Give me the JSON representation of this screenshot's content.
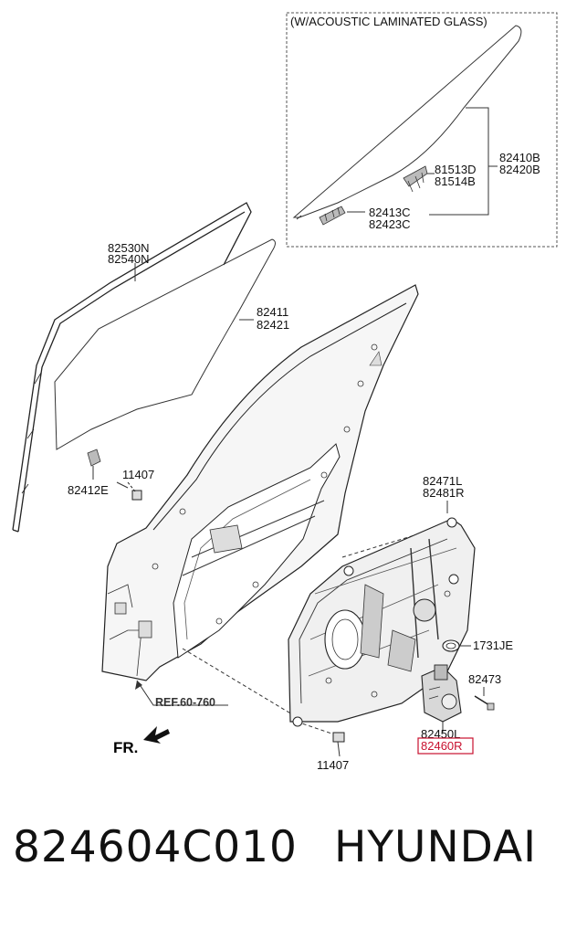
{
  "inset": {
    "title": "(W/ACOUSTIC LAMINATED GLASS)"
  },
  "labels": {
    "l82410B": "82410B",
    "l82420B": "82420B",
    "l81513D": "81513D",
    "l81514B": "81514B",
    "l82413C": "82413C",
    "l82423C": "82423C",
    "l82530N": "82530N",
    "l82540N": "82540N",
    "l82411": "82411",
    "l82421": "82421",
    "l11407a": "11407",
    "l82412E": "82412E",
    "l82471L": "82471L",
    "l82481R": "82481R",
    "l1731JE": "1731JE",
    "l82473": "82473",
    "l82450L": "82450L",
    "l82460R": "82460R",
    "l11407b": "11407",
    "ref": "REF.60-760",
    "fr": "FR."
  },
  "highlight_color": "#c8102e",
  "footer": {
    "part_number": "824604C010",
    "brand": "HYUNDAI"
  }
}
